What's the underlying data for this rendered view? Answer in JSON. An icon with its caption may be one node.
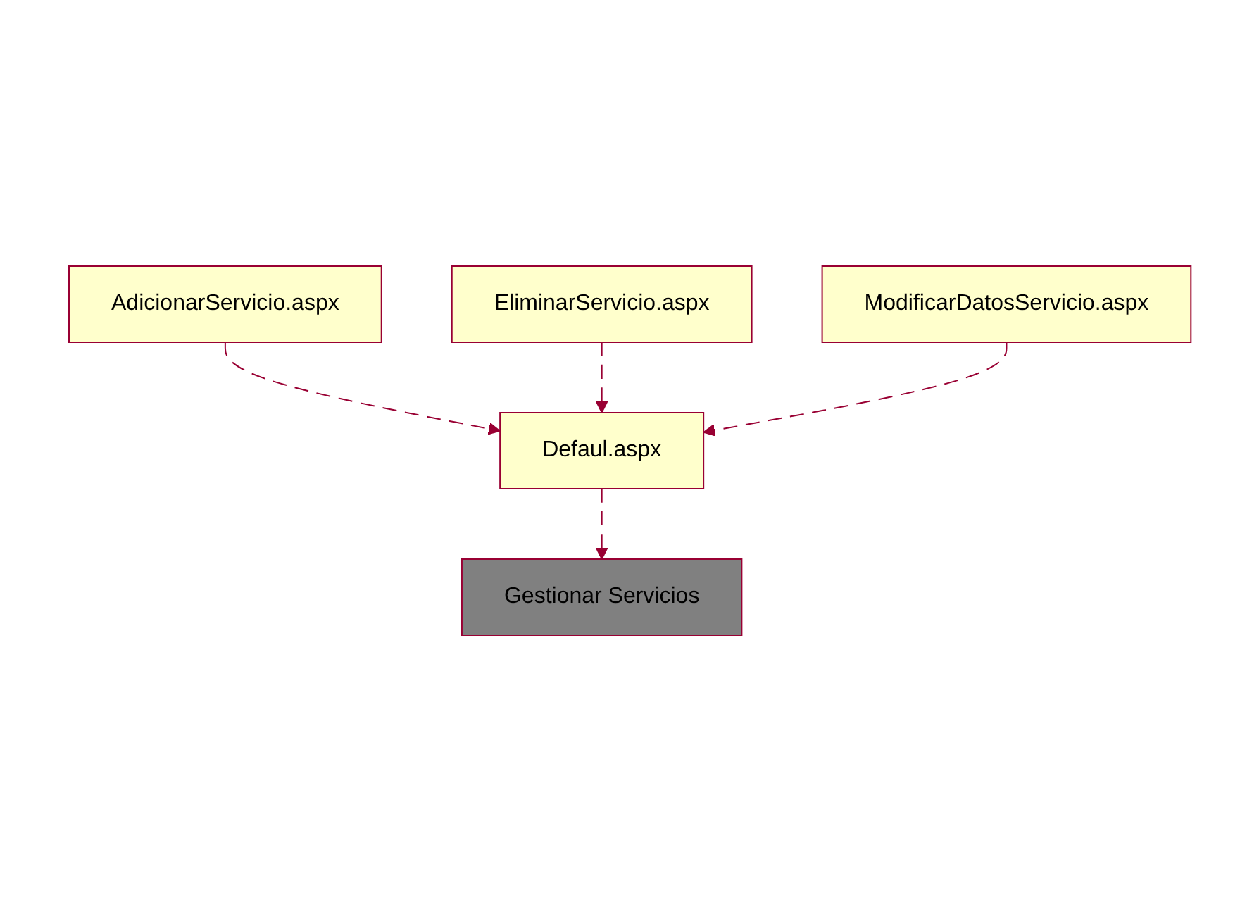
{
  "diagram": {
    "nodes": [
      {
        "text": [
          "AdicionarServicio.aspx"
        ]
      },
      {
        "text": [
          "EliminarServicio.aspx"
        ]
      },
      {
        "text": [
          "ModificarDatosServicio.aspx"
        ]
      },
      {
        "text": [
          "Defaul.aspx"
        ]
      },
      {
        "text": [
          "Gestionar Servicios"
        ]
      }
    ],
    "edges": [
      {
        "from": 0,
        "to": 3,
        "arrow": "to",
        "style": "dashed"
      },
      {
        "from": 1,
        "to": 3,
        "arrow": "to",
        "style": "dashed"
      },
      {
        "from": 2,
        "to": 3,
        "arrow": "to",
        "style": "dashed"
      },
      {
        "from": 3,
        "to": 4,
        "arrow": "to",
        "style": "dashed"
      }
    ]
  }
}
